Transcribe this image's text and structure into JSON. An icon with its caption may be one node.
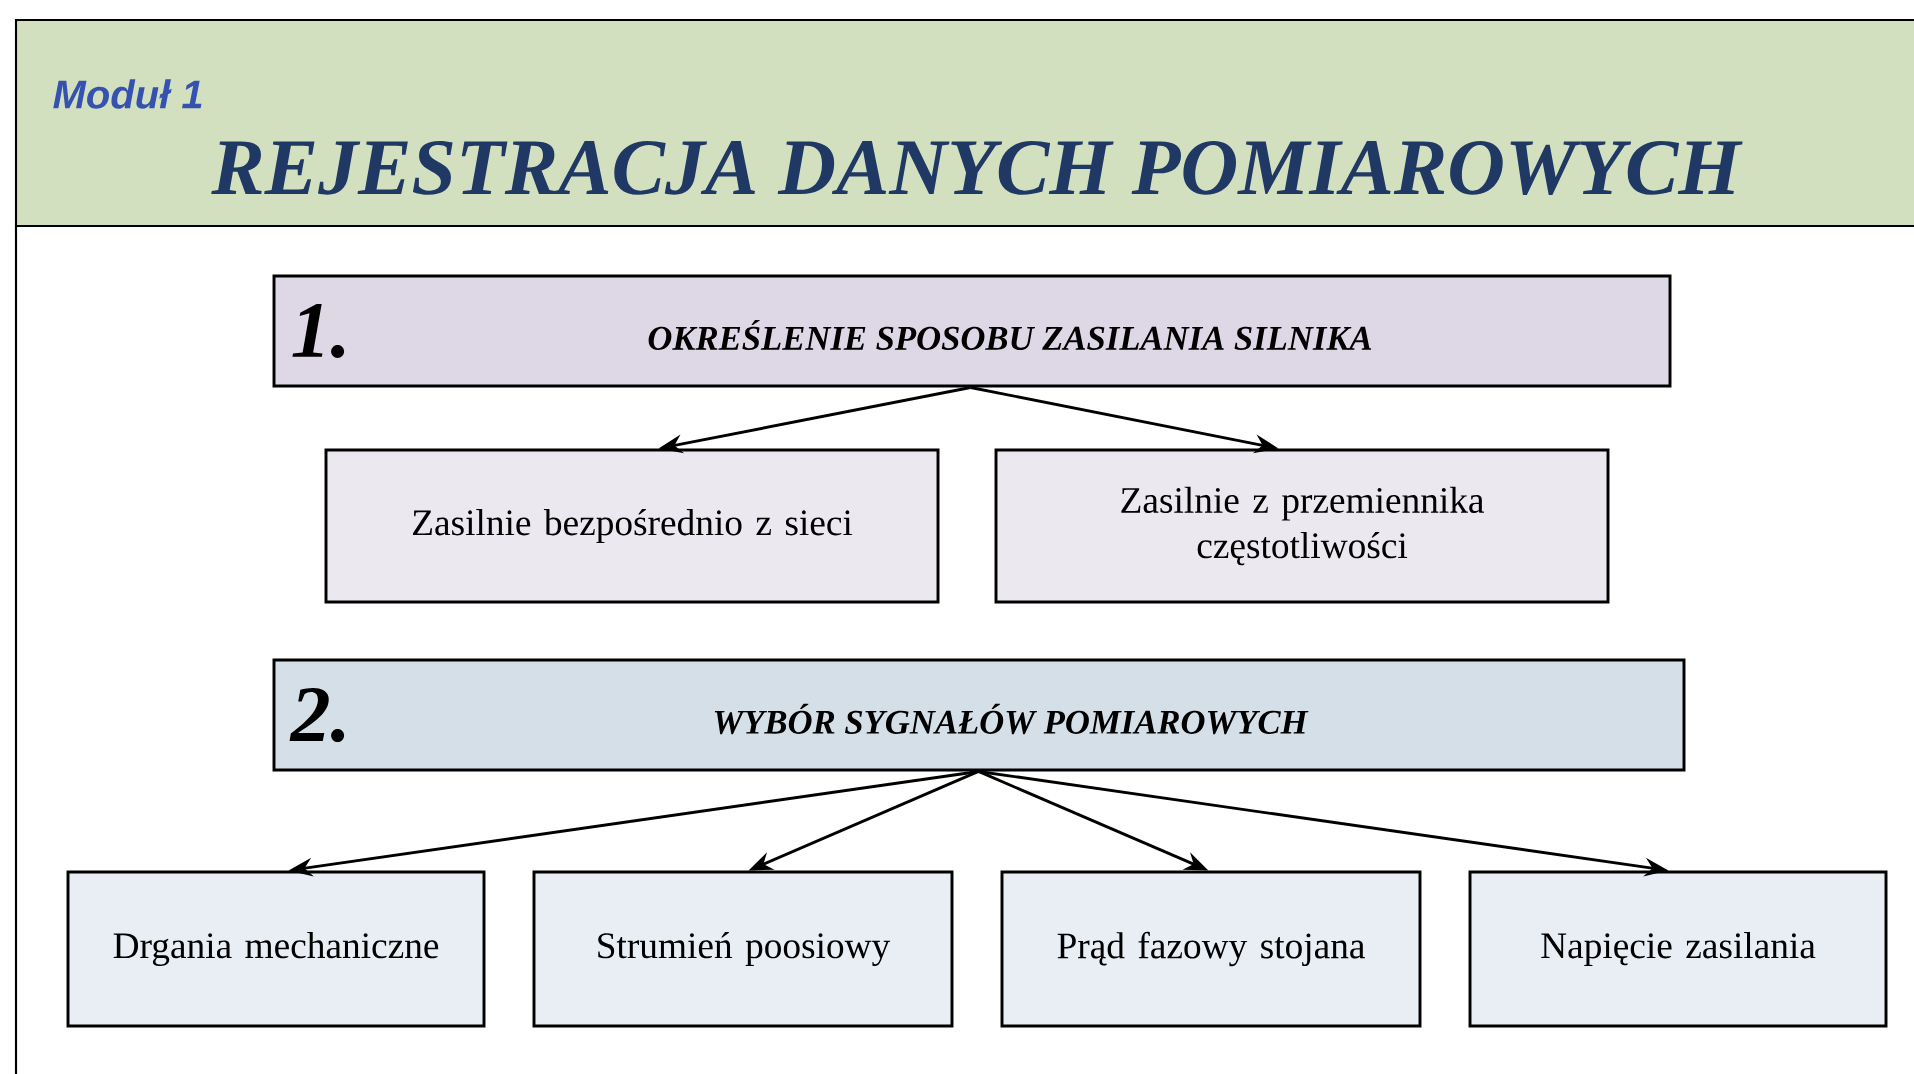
{
  "diagram": {
    "title": "REJESTRACJA DANYCH POMIAROWYCH",
    "nodes": [
      {
        "text": [
          "1.",
          "OKREŚLENIE SPOSOBU ZASILANIA SILNIKA"
        ]
      },
      {
        "text": [
          "Zasilnie bezpośrednio z sieci"
        ]
      },
      {
        "text": [
          "Zasilnie z przemiennika częstotliwości"
        ]
      },
      {
        "text": [
          "2.",
          "WYBÓR SYGNAŁÓW POMIAROWYCH"
        ]
      },
      {
        "text": [
          "Drgania mechaniczne"
        ]
      },
      {
        "text": [
          "Strumień poosiowy"
        ]
      },
      {
        "text": [
          "Prąd fazowy stojana"
        ]
      },
      {
        "text": [
          "Napięcie zasilania"
        ]
      }
    ],
    "edges": [
      {
        "from": 0,
        "to": 1,
        "arrow": "to"
      },
      {
        "from": 0,
        "to": 2,
        "arrow": "to"
      },
      {
        "from": 3,
        "to": 4,
        "arrow": "to"
      },
      {
        "from": 3,
        "to": 5,
        "arrow": "to"
      },
      {
        "from": 3,
        "to": 6,
        "arrow": "to"
      },
      {
        "from": 3,
        "to": 7,
        "arrow": "to"
      }
    ],
    "labels": [
      "Moduł 1"
    ]
  }
}
